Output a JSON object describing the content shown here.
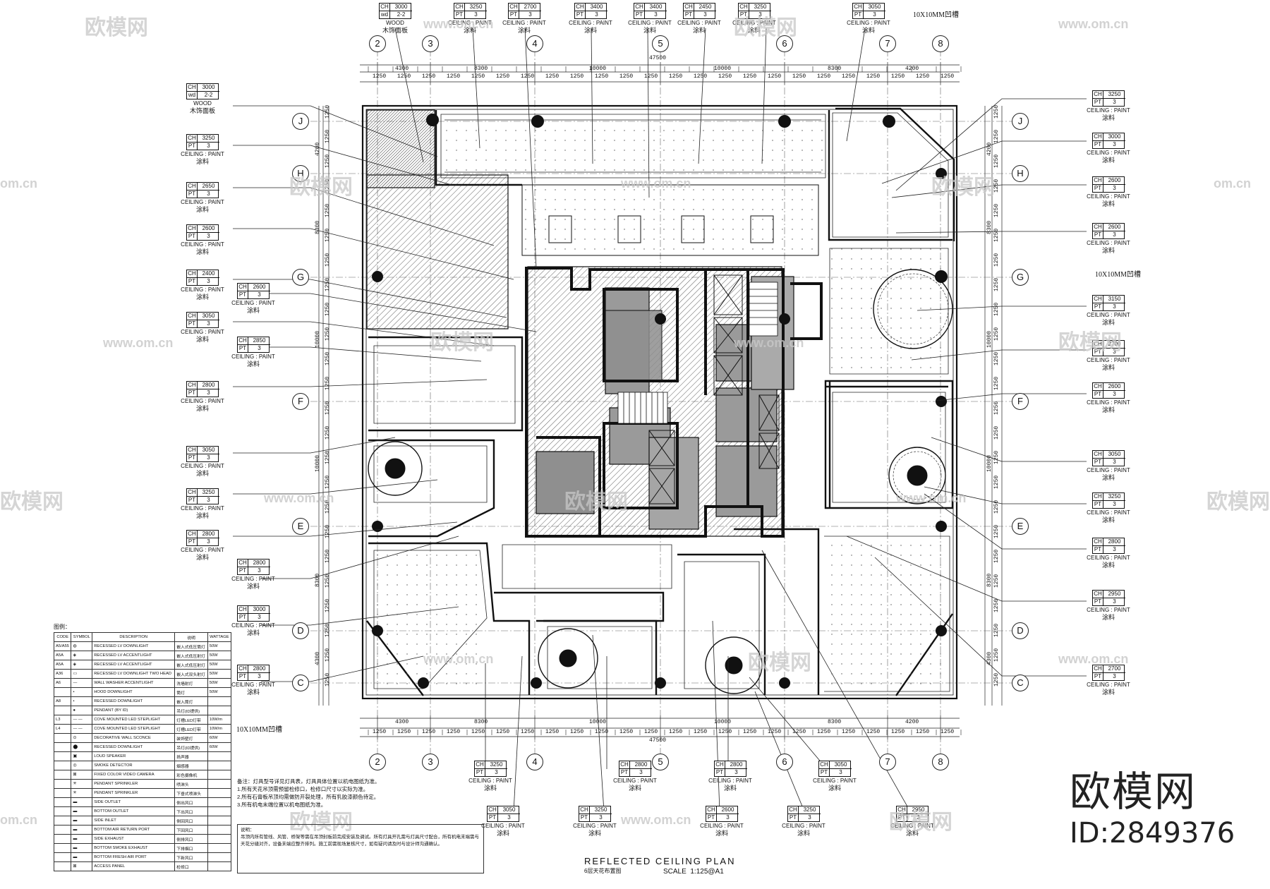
{
  "tags": [
    {
      "id": "t-top-1",
      "ch": "3000",
      "pt": "2-2",
      "pt_key": "wd",
      "mat": "WOOD",
      "cn": "木饰面板"
    },
    {
      "id": "t-top-2",
      "ch": "3250",
      "pt": "3",
      "pt_key": "PT",
      "mat": "CEILING : PAINT",
      "cn": "涂料"
    },
    {
      "id": "t-top-3",
      "ch": "2700",
      "pt": "3",
      "pt_key": "PT",
      "mat": "CEILING : PAINT",
      "cn": "涂料"
    },
    {
      "id": "t-top-4",
      "ch": "3400",
      "pt": "3",
      "pt_key": "PT",
      "mat": "CEILING : PAINT",
      "cn": "涂料"
    },
    {
      "id": "t-top-5",
      "ch": "3400",
      "pt": "3",
      "pt_key": "PT",
      "mat": "CEILING : PAINT",
      "cn": "涂料"
    },
    {
      "id": "t-top-6",
      "ch": "2450",
      "pt": "3",
      "pt_key": "PT",
      "mat": "CEILING : PAINT",
      "cn": "涂料"
    },
    {
      "id": "t-top-7",
      "ch": "3250",
      "pt": "3",
      "pt_key": "PT",
      "mat": "CEILING : PAINT",
      "cn": "涂料"
    },
    {
      "id": "t-top-8",
      "ch": "3050",
      "pt": "3",
      "pt_key": "PT",
      "mat": "CEILING : PAINT",
      "cn": "涂料"
    },
    {
      "id": "t-l-1",
      "ch": "3000",
      "pt": "2-2",
      "pt_key": "wd",
      "mat": "WOOD",
      "cn": "木饰面板"
    },
    {
      "id": "t-l-2",
      "ch": "3250",
      "pt": "3",
      "pt_key": "PT",
      "mat": "CEILING : PAINT",
      "cn": "涂料"
    },
    {
      "id": "t-l-3",
      "ch": "2650",
      "pt": "3",
      "pt_key": "PT",
      "mat": "CEILING : PAINT",
      "cn": "涂料"
    },
    {
      "id": "t-l-4",
      "ch": "2600",
      "pt": "3",
      "pt_key": "PT",
      "mat": "CEILING : PAINT",
      "cn": "涂料"
    },
    {
      "id": "t-l-5",
      "ch": "2400",
      "pt": "3",
      "pt_key": "PT",
      "mat": "CEILING : PAINT",
      "cn": "涂料"
    },
    {
      "id": "t-l-5b",
      "ch": "2600",
      "pt": "3",
      "pt_key": "PT",
      "mat": "CEILING : PAINT",
      "cn": "涂料"
    },
    {
      "id": "t-l-6",
      "ch": "3050",
      "pt": "3",
      "pt_key": "PT",
      "mat": "CEILING : PAINT",
      "cn": "涂料"
    },
    {
      "id": "t-l-6b",
      "ch": "2850",
      "pt": "3",
      "pt_key": "PT",
      "mat": "CEILING : PAINT",
      "cn": "涂料"
    },
    {
      "id": "t-l-7",
      "ch": "2800",
      "pt": "3",
      "pt_key": "PT",
      "mat": "CEILING : PAINT",
      "cn": "涂料"
    },
    {
      "id": "t-l-8",
      "ch": "3050",
      "pt": "3",
      "pt_key": "PT",
      "mat": "CEILING : PAINT",
      "cn": "涂料"
    },
    {
      "id": "t-l-9",
      "ch": "3250",
      "pt": "3",
      "pt_key": "PT",
      "mat": "CEILING : PAINT",
      "cn": "涂料"
    },
    {
      "id": "t-l-10",
      "ch": "2800",
      "pt": "3",
      "pt_key": "PT",
      "mat": "CEILING : PAINT",
      "cn": "涂料"
    },
    {
      "id": "t-l-11",
      "ch": "2800",
      "pt": "3",
      "pt_key": "PT",
      "mat": "CEILING : PAINT",
      "cn": "涂料"
    },
    {
      "id": "t-l-12",
      "ch": "3000",
      "pt": "3",
      "pt_key": "PT",
      "mat": "CEILING : PAINT",
      "cn": "涂料"
    },
    {
      "id": "t-l-13",
      "ch": "2800",
      "pt": "3",
      "pt_key": "PT",
      "mat": "CEILING : PAINT",
      "cn": "涂料"
    },
    {
      "id": "t-r-1",
      "ch": "3250",
      "pt": "3",
      "pt_key": "PT",
      "mat": "CEILING : PAINT",
      "cn": "涂料"
    },
    {
      "id": "t-r-2",
      "ch": "3000",
      "pt": "3",
      "pt_key": "PT",
      "mat": "CEILING : PAINT",
      "cn": "涂料"
    },
    {
      "id": "t-r-3",
      "ch": "2600",
      "pt": "3",
      "pt_key": "PT",
      "mat": "CEILING : PAINT",
      "cn": "涂料"
    },
    {
      "id": "t-r-4",
      "ch": "2600",
      "pt": "3",
      "pt_key": "PT",
      "mat": "CEILING : PAINT",
      "cn": "涂料"
    },
    {
      "id": "t-r-5",
      "ch": "3150",
      "pt": "3",
      "pt_key": "PT",
      "mat": "CEILING : PAINT",
      "cn": "涂料"
    },
    {
      "id": "t-r-6",
      "ch": "2700",
      "pt": "3",
      "pt_key": "PT",
      "mat": "CEILING : PAINT",
      "cn": "涂料"
    },
    {
      "id": "t-r-7",
      "ch": "2600",
      "pt": "3",
      "pt_key": "PT",
      "mat": "CEILING : PAINT",
      "cn": "涂料"
    },
    {
      "id": "t-r-8",
      "ch": "3050",
      "pt": "3",
      "pt_key": "PT",
      "mat": "CEILING : PAINT",
      "cn": "涂料"
    },
    {
      "id": "t-r-9",
      "ch": "3250",
      "pt": "3",
      "pt_key": "PT",
      "mat": "CEILING : PAINT",
      "cn": "涂料"
    },
    {
      "id": "t-r-10",
      "ch": "2800",
      "pt": "3",
      "pt_key": "PT",
      "mat": "CEILING : PAINT",
      "cn": "涂料"
    },
    {
      "id": "t-r-11",
      "ch": "2950",
      "pt": "3",
      "pt_key": "PT",
      "mat": "CEILING : PAINT",
      "cn": "涂料"
    },
    {
      "id": "t-r-12",
      "ch": "2700",
      "pt": "3",
      "pt_key": "PT",
      "mat": "CEILING : PAINT",
      "cn": "涂料"
    },
    {
      "id": "t-b-1",
      "ch": "3250",
      "pt": "3",
      "pt_key": "PT",
      "mat": "CEILING : PAINT",
      "cn": "涂料"
    },
    {
      "id": "t-b-2",
      "ch": "2800",
      "pt": "3",
      "pt_key": "PT",
      "mat": "CEILING : PAINT",
      "cn": "涂料"
    },
    {
      "id": "t-b-3",
      "ch": "2800",
      "pt": "3",
      "pt_key": "PT",
      "mat": "CEILING : PAINT",
      "cn": "涂料"
    },
    {
      "id": "t-b-4",
      "ch": "3050",
      "pt": "3",
      "pt_key": "PT",
      "mat": "CEILING : PAINT",
      "cn": "涂料"
    },
    {
      "id": "t-b-5",
      "ch": "3050",
      "pt": "3",
      "pt_key": "PT",
      "mat": "CEILING : PAINT",
      "cn": "涂料"
    },
    {
      "id": "t-b-6",
      "ch": "3250",
      "pt": "3",
      "pt_key": "PT",
      "mat": "CEILING : PAINT",
      "cn": "涂料"
    },
    {
      "id": "t-b-7",
      "ch": "2600",
      "pt": "3",
      "pt_key": "PT",
      "mat": "CEILING : PAINT",
      "cn": "涂料"
    },
    {
      "id": "t-b-8",
      "ch": "3250",
      "pt": "3",
      "pt_key": "PT",
      "mat": "CEILING : PAINT",
      "cn": "涂料"
    },
    {
      "id": "t-b-9",
      "ch": "2950",
      "pt": "3",
      "pt_key": "PT",
      "mat": "CEILING : PAINT",
      "cn": "涂料"
    }
  ],
  "grid_cols_top": [
    "2",
    "3",
    "4",
    "5",
    "6",
    "7",
    "8"
  ],
  "grid_rows": [
    "J",
    "H",
    "G",
    "F",
    "E",
    "D",
    "C"
  ],
  "dims": {
    "total": "47500",
    "top_spans": [
      "4300",
      "8300",
      "10000",
      "10000",
      "8300",
      "4200"
    ],
    "bottom_spans": [
      "4300",
      "8300",
      "10000",
      "10000",
      "8300",
      "4200"
    ],
    "small": "1250",
    "left_total": "47500",
    "side_spans": [
      "4200",
      "8300",
      "10000",
      "10000",
      "8300",
      "4300"
    ]
  },
  "notes": {
    "groove_top": "10X10MM凹槽",
    "groove_right": "10X10MM凹槽",
    "groove_left": "10X10MM凹槽"
  },
  "legend": {
    "title": "图例：",
    "headers": [
      "CODE",
      "SYMBOL",
      "DESCRIPTION",
      "说明",
      "WATTAGE"
    ],
    "rows": [
      [
        "A5/A55",
        "◍",
        "RECESSED LV DOWNLIGHT",
        "嵌入式低压筒灯",
        "50W"
      ],
      [
        "A5A",
        "◈",
        "RECESSED LV ACCENTLIGHT",
        "嵌入式低压射灯",
        "50W"
      ],
      [
        "A5A",
        "◈",
        "RECESSED LV ACCENTLIGHT",
        "嵌入式低压射灯",
        "50W"
      ],
      [
        "A36",
        "▭",
        "RECESSED LV DOWNLIGHT TWO HEAD",
        "嵌入式双头射灯",
        "50W"
      ],
      [
        "A6",
        "—",
        "WALL WASHER ACCENTLIGHT",
        "洗墙射灯",
        "50W"
      ],
      [
        "",
        "•",
        "HOOD DOWNLIGHT",
        "筒灯",
        "50W"
      ],
      [
        "A8",
        "•",
        "RECESSED DOWNLIGHT",
        "嵌入筒灯",
        ""
      ],
      [
        "",
        "●",
        "PENDANT (BY ID)",
        "吊灯(ID提供)",
        ""
      ],
      [
        "L3",
        "— —",
        "COVE MOUNTED LED STEPLIGHT",
        "灯槽LED灯带",
        "10W/m"
      ],
      [
        "L4",
        "— —",
        "COVE MOUNTED LED STEPLIGHT",
        "灯槽LED灯带",
        "10W/m"
      ],
      [
        "",
        "⊙",
        "DECORATIVE WALL SCONCE",
        "装饰壁灯",
        "60W"
      ],
      [
        "",
        "⬤",
        "RECESSED DOWNLIGHT",
        "吊灯(ID提供)",
        "60W"
      ],
      [
        "",
        "▣",
        "LOUD SPEAKER",
        "扬声器",
        ""
      ],
      [
        "",
        "◎",
        "SMOKE DETECTOR",
        "烟感器",
        ""
      ],
      [
        "",
        "⊠",
        "FIXED COLOR VIDEO CAMERA",
        "彩色摄像机",
        ""
      ],
      [
        "",
        "✳",
        "PENDANT SPRINKLER",
        "喷淋头",
        ""
      ],
      [
        "",
        "✳",
        "PENDANT SPRINKLER",
        "下垂式喷淋头",
        ""
      ],
      [
        "",
        "▬",
        "SIDE OUTLET",
        "侧出风口",
        ""
      ],
      [
        "",
        "▬",
        "BOTTOM OUTLET",
        "下出风口",
        ""
      ],
      [
        "",
        "▬",
        "SIDE INLET",
        "侧回风口",
        ""
      ],
      [
        "",
        "▬",
        "BOTTOM AIR RETURN PORT",
        "下回风口",
        ""
      ],
      [
        "",
        "▬",
        "SIDE EXHAUST",
        "侧排风口",
        ""
      ],
      [
        "",
        "▬",
        "BOTTOM SMOKE EXHAUST",
        "下排烟口",
        ""
      ],
      [
        "",
        "▬",
        "BOTTOM FRESH AIR PORT",
        "下新风口",
        ""
      ],
      [
        "",
        "⊠",
        "ACCESS PANEL",
        "检修口",
        ""
      ]
    ]
  },
  "remarks": {
    "line1": "备注：灯具型号详见灯具表，灯具具体位置以机电图纸为准。",
    "line2": "1.所有天花吊顶需预留检修口，检修口尺寸以实际为准。",
    "line3": "2.所有石膏板吊顶均需做防开裂处理，所有乳胶漆颜色待定。",
    "line4": "3.所有机电末端位置以机电图纸为准。"
  },
  "remarks2": {
    "title": "说明：",
    "body": "吊顶内所有管线、风管、桥架等需在吊顶封板前完成安装及调试。所有灯具开孔需与灯具尺寸配合，所有机电末端需与天花分缝对齐，设备末端应整齐排列。施工前需现场复核尺寸，如有疑问请及时与设计师沟通确认。"
  },
  "title": {
    "main": "REFLECTED   CEILING   PLAN",
    "cn": "6层天花布置图",
    "scale_label": "SCALE",
    "scale_value": "1:125@A1"
  },
  "watermark": {
    "text": "欧模网",
    "url": "www.om.cn",
    "url_short": "om.cn",
    "brand": "欧模网",
    "id": "ID:2849376"
  }
}
